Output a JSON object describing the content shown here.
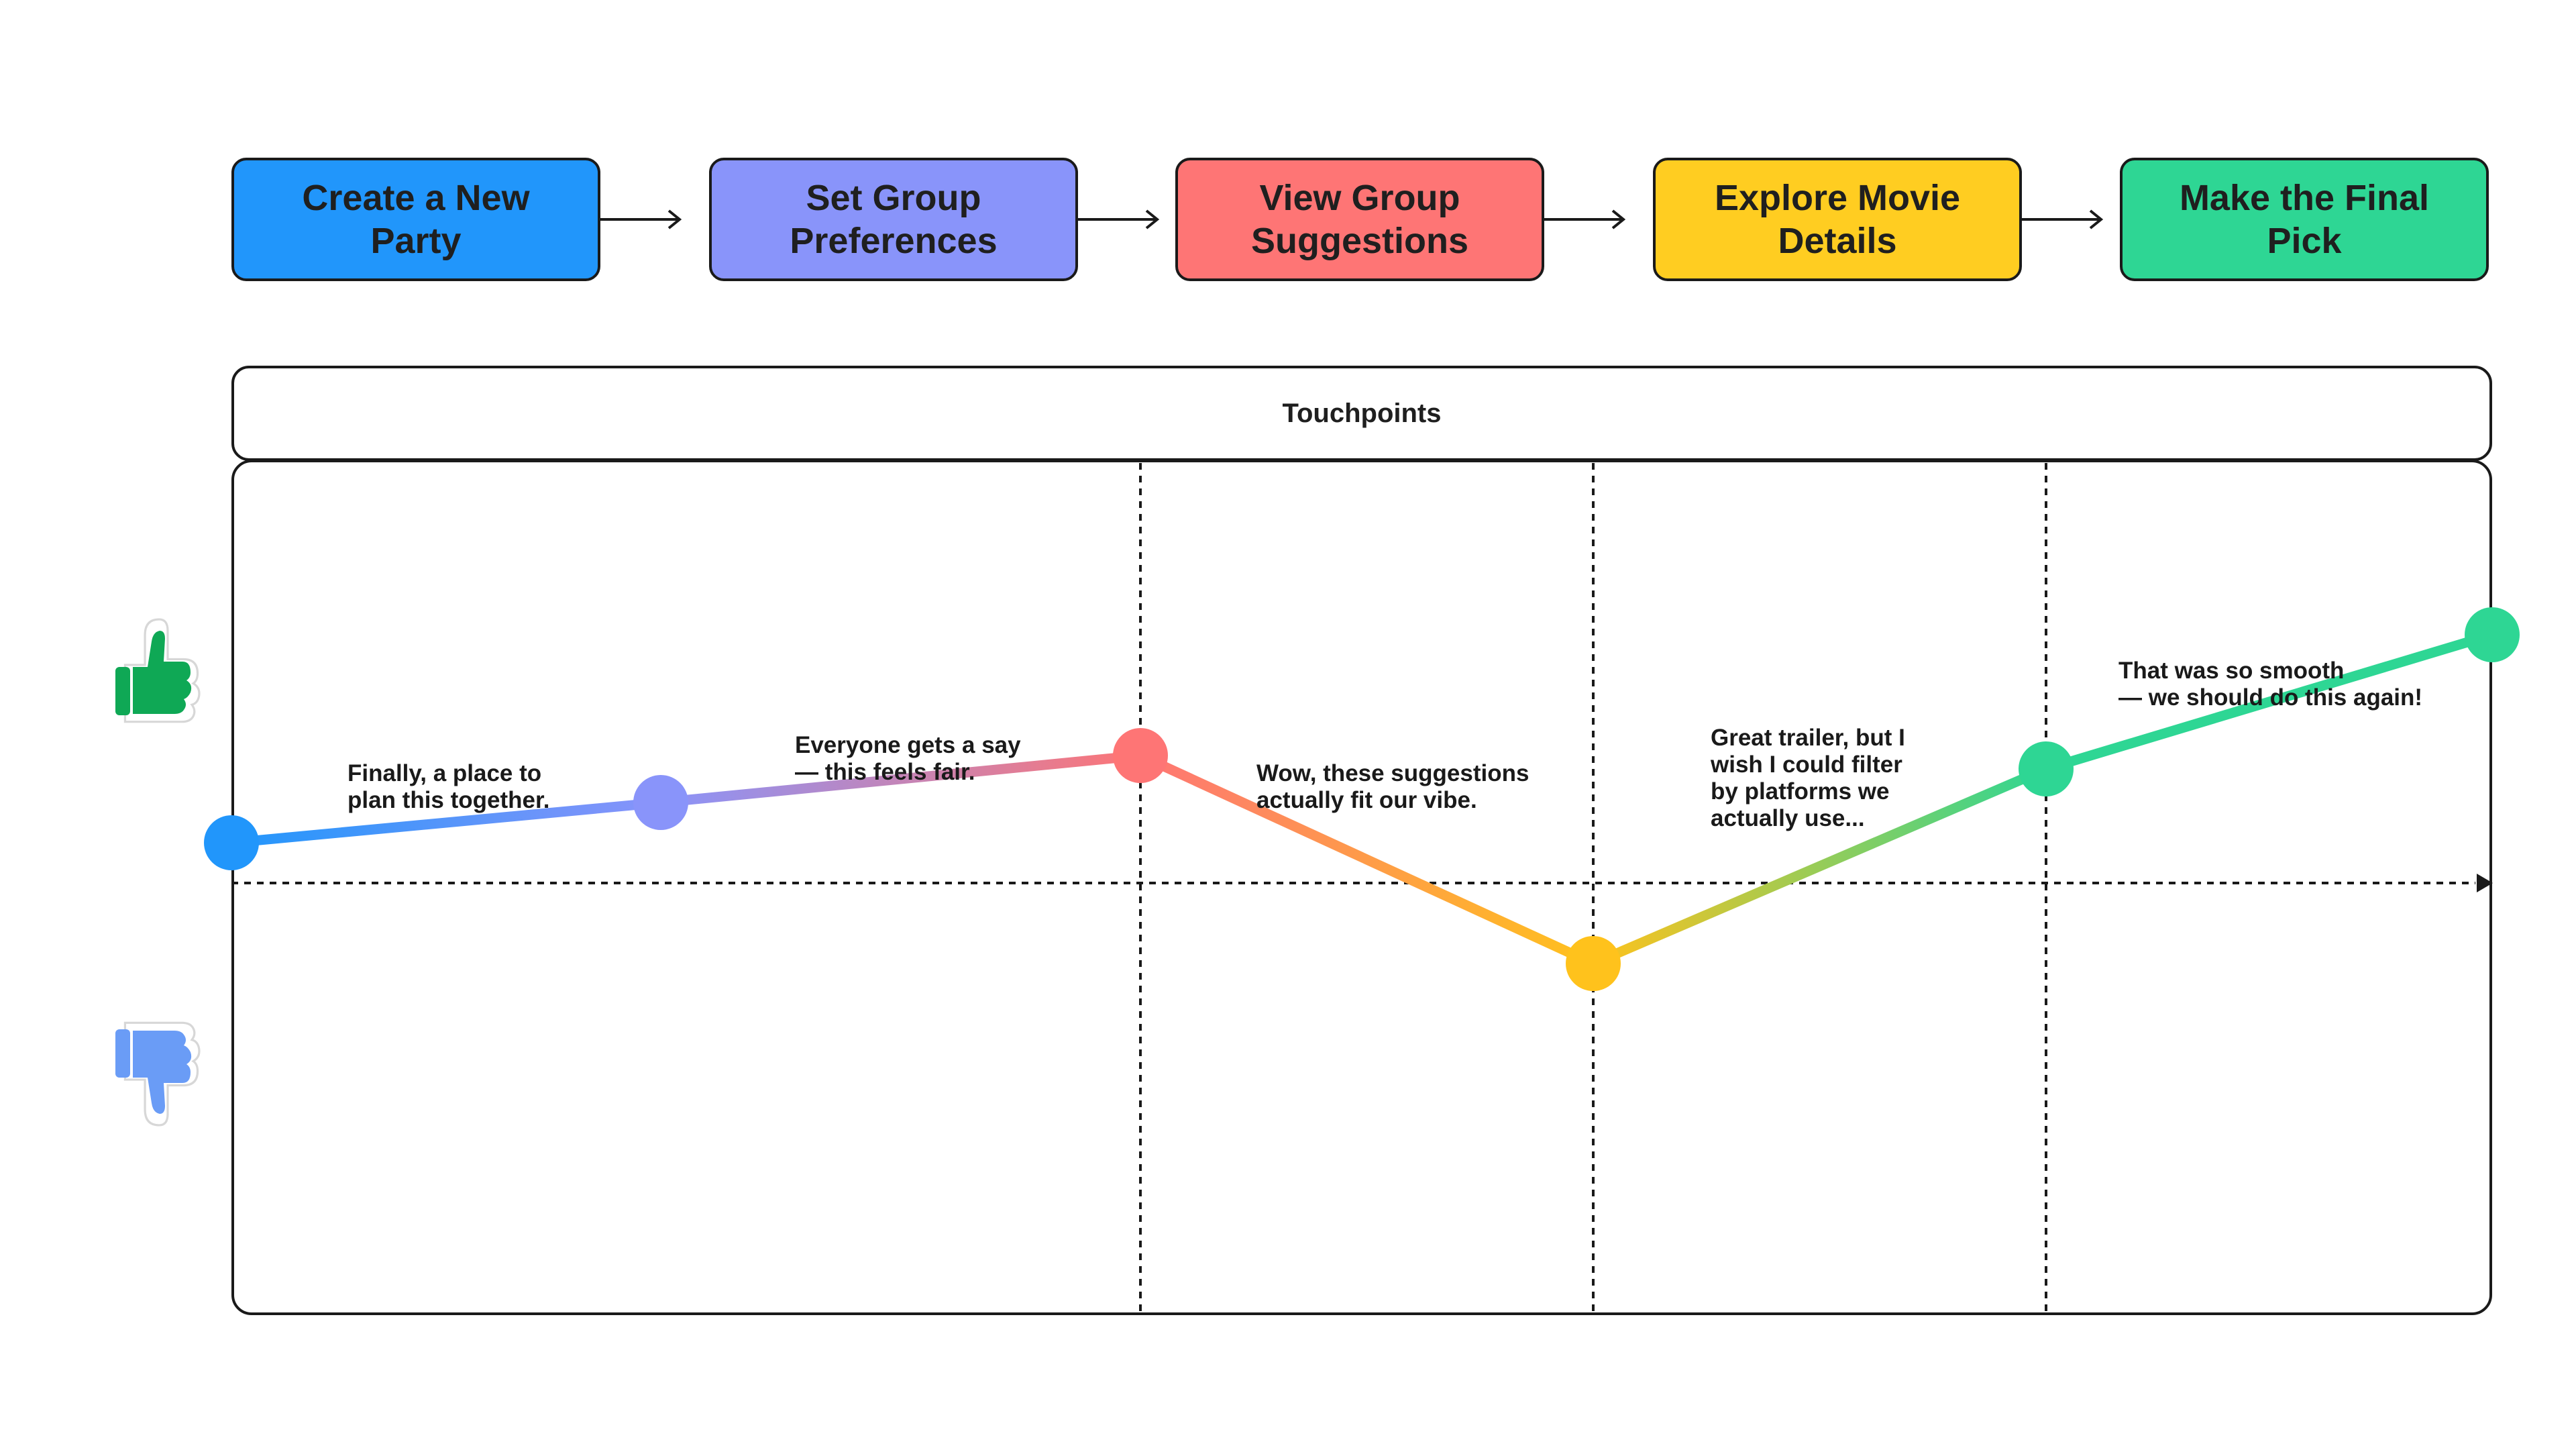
{
  "steps": [
    {
      "label": "Create a New Party",
      "color": "#2196fb"
    },
    {
      "label": "Set Group Preferences",
      "color": "#8994fa"
    },
    {
      "label": "View Group Suggestions",
      "color": "#fe7575"
    },
    {
      "label": "Explore Movie Details",
      "color": "#ffcd21"
    },
    {
      "label": "Make the Final Pick",
      "color": "#2ed694"
    }
  ],
  "touchpoints_label": "Touchpoints",
  "chart_data": {
    "type": "line",
    "ylim": [
      -1,
      1
    ],
    "points": [
      {
        "stage": 0,
        "sentiment": 0.06,
        "color": "#2196fb"
      },
      {
        "stage": 1,
        "sentiment": 0.12,
        "color": "#8994fa"
      },
      {
        "stage": 2,
        "sentiment": 0.19,
        "color": "#fe7575"
      },
      {
        "stage": 3,
        "sentiment": -0.12,
        "color": "#ffc21c"
      },
      {
        "stage": 4,
        "sentiment": 0.17,
        "color": "#2ed694"
      },
      {
        "stage": 5,
        "sentiment": 0.37,
        "color": "#2ed694"
      }
    ],
    "quotes": [
      "Finally, a place to\nplan this together.",
      "Everyone gets a say\n— this feels fair.",
      "Wow, these suggestions\nactually fit our vibe.",
      "Great trailer, but I\nwish I could filter\nby platforms we\nactually use...",
      "That was so smooth\n— we should do this again!"
    ]
  },
  "icons": {
    "positive": "thumbs-up-icon",
    "negative": "thumbs-down-icon",
    "positive_color": "#0fa855",
    "negative_color": "#6a9cf6"
  }
}
